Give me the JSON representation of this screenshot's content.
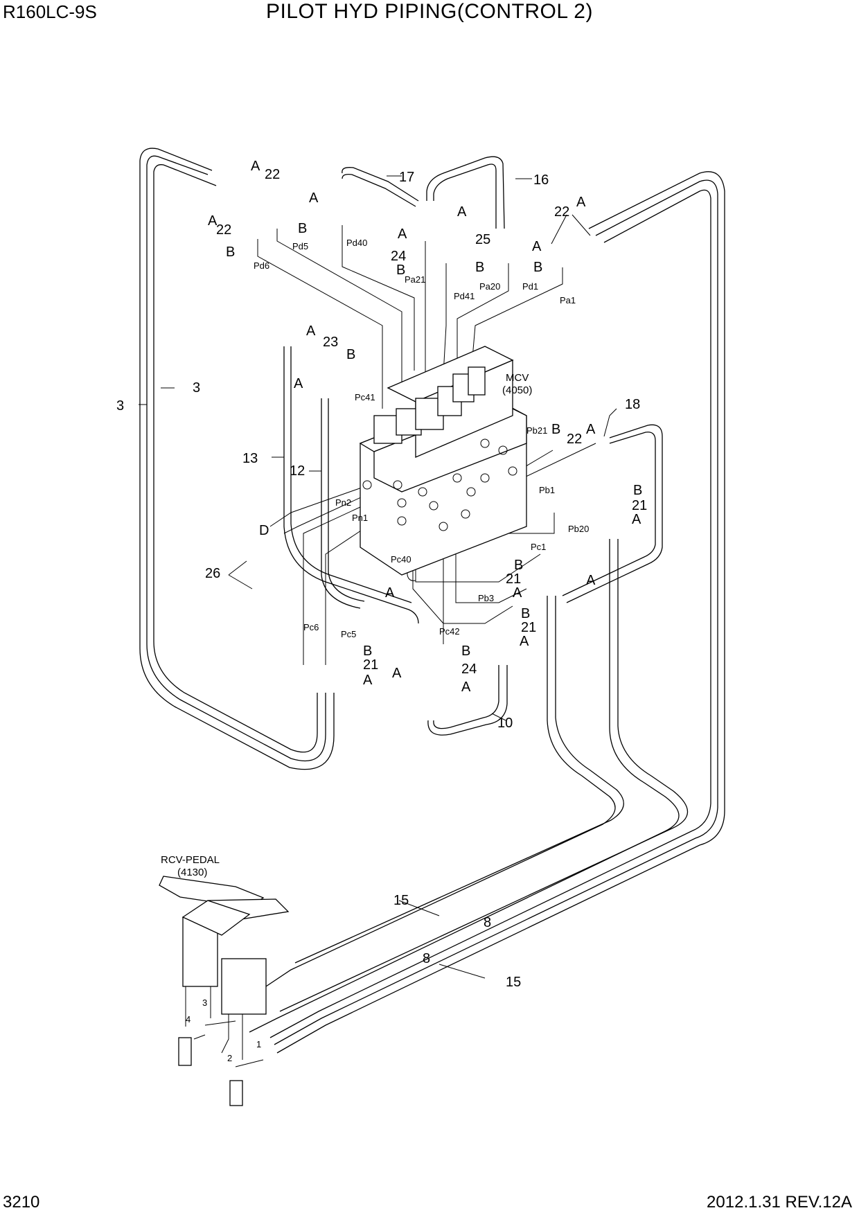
{
  "header": {
    "model": "R160LC-9S",
    "title": "PILOT HYD PIPING(CONTROL 2)"
  },
  "footer": {
    "page": "3210",
    "revision": "2012.1.31  REV.12A"
  },
  "labels": {
    "mcv": "MCV",
    "mcv_code": "(4050)",
    "rcv_pedal": "RCV-PEDAL",
    "rcv_pedal_code": "(4130)"
  },
  "ports": {
    "pd6": "Pd6",
    "pd5": "Pd5",
    "pd40": "Pd40",
    "pa21": "Pa21",
    "pd41": "Pd41",
    "pa20": "Pa20",
    "pd1": "Pd1",
    "pa1": "Pa1",
    "pc41": "Pc41",
    "pb21": "Pb21",
    "pb1": "Pb1",
    "pn2": "Pn2",
    "pn1": "Pn1",
    "pb20": "Pb20",
    "pc40": "Pc40",
    "pc1": "Pc1",
    "pb3": "Pb3",
    "pc6": "Pc6",
    "pc5": "Pc5",
    "pc42": "Pc42"
  },
  "callouts": {
    "a": "A",
    "b": "B",
    "d": "D",
    "n1": "1",
    "n2": "2",
    "n3": "3",
    "n4": "4",
    "n8": "8",
    "n10": "10",
    "n12": "12",
    "n13": "13",
    "n15": "15",
    "n16": "16",
    "n17": "17",
    "n18": "18",
    "n21": "21",
    "n22": "22",
    "n23": "23",
    "n24": "24",
    "n25": "25",
    "n26": "26"
  }
}
